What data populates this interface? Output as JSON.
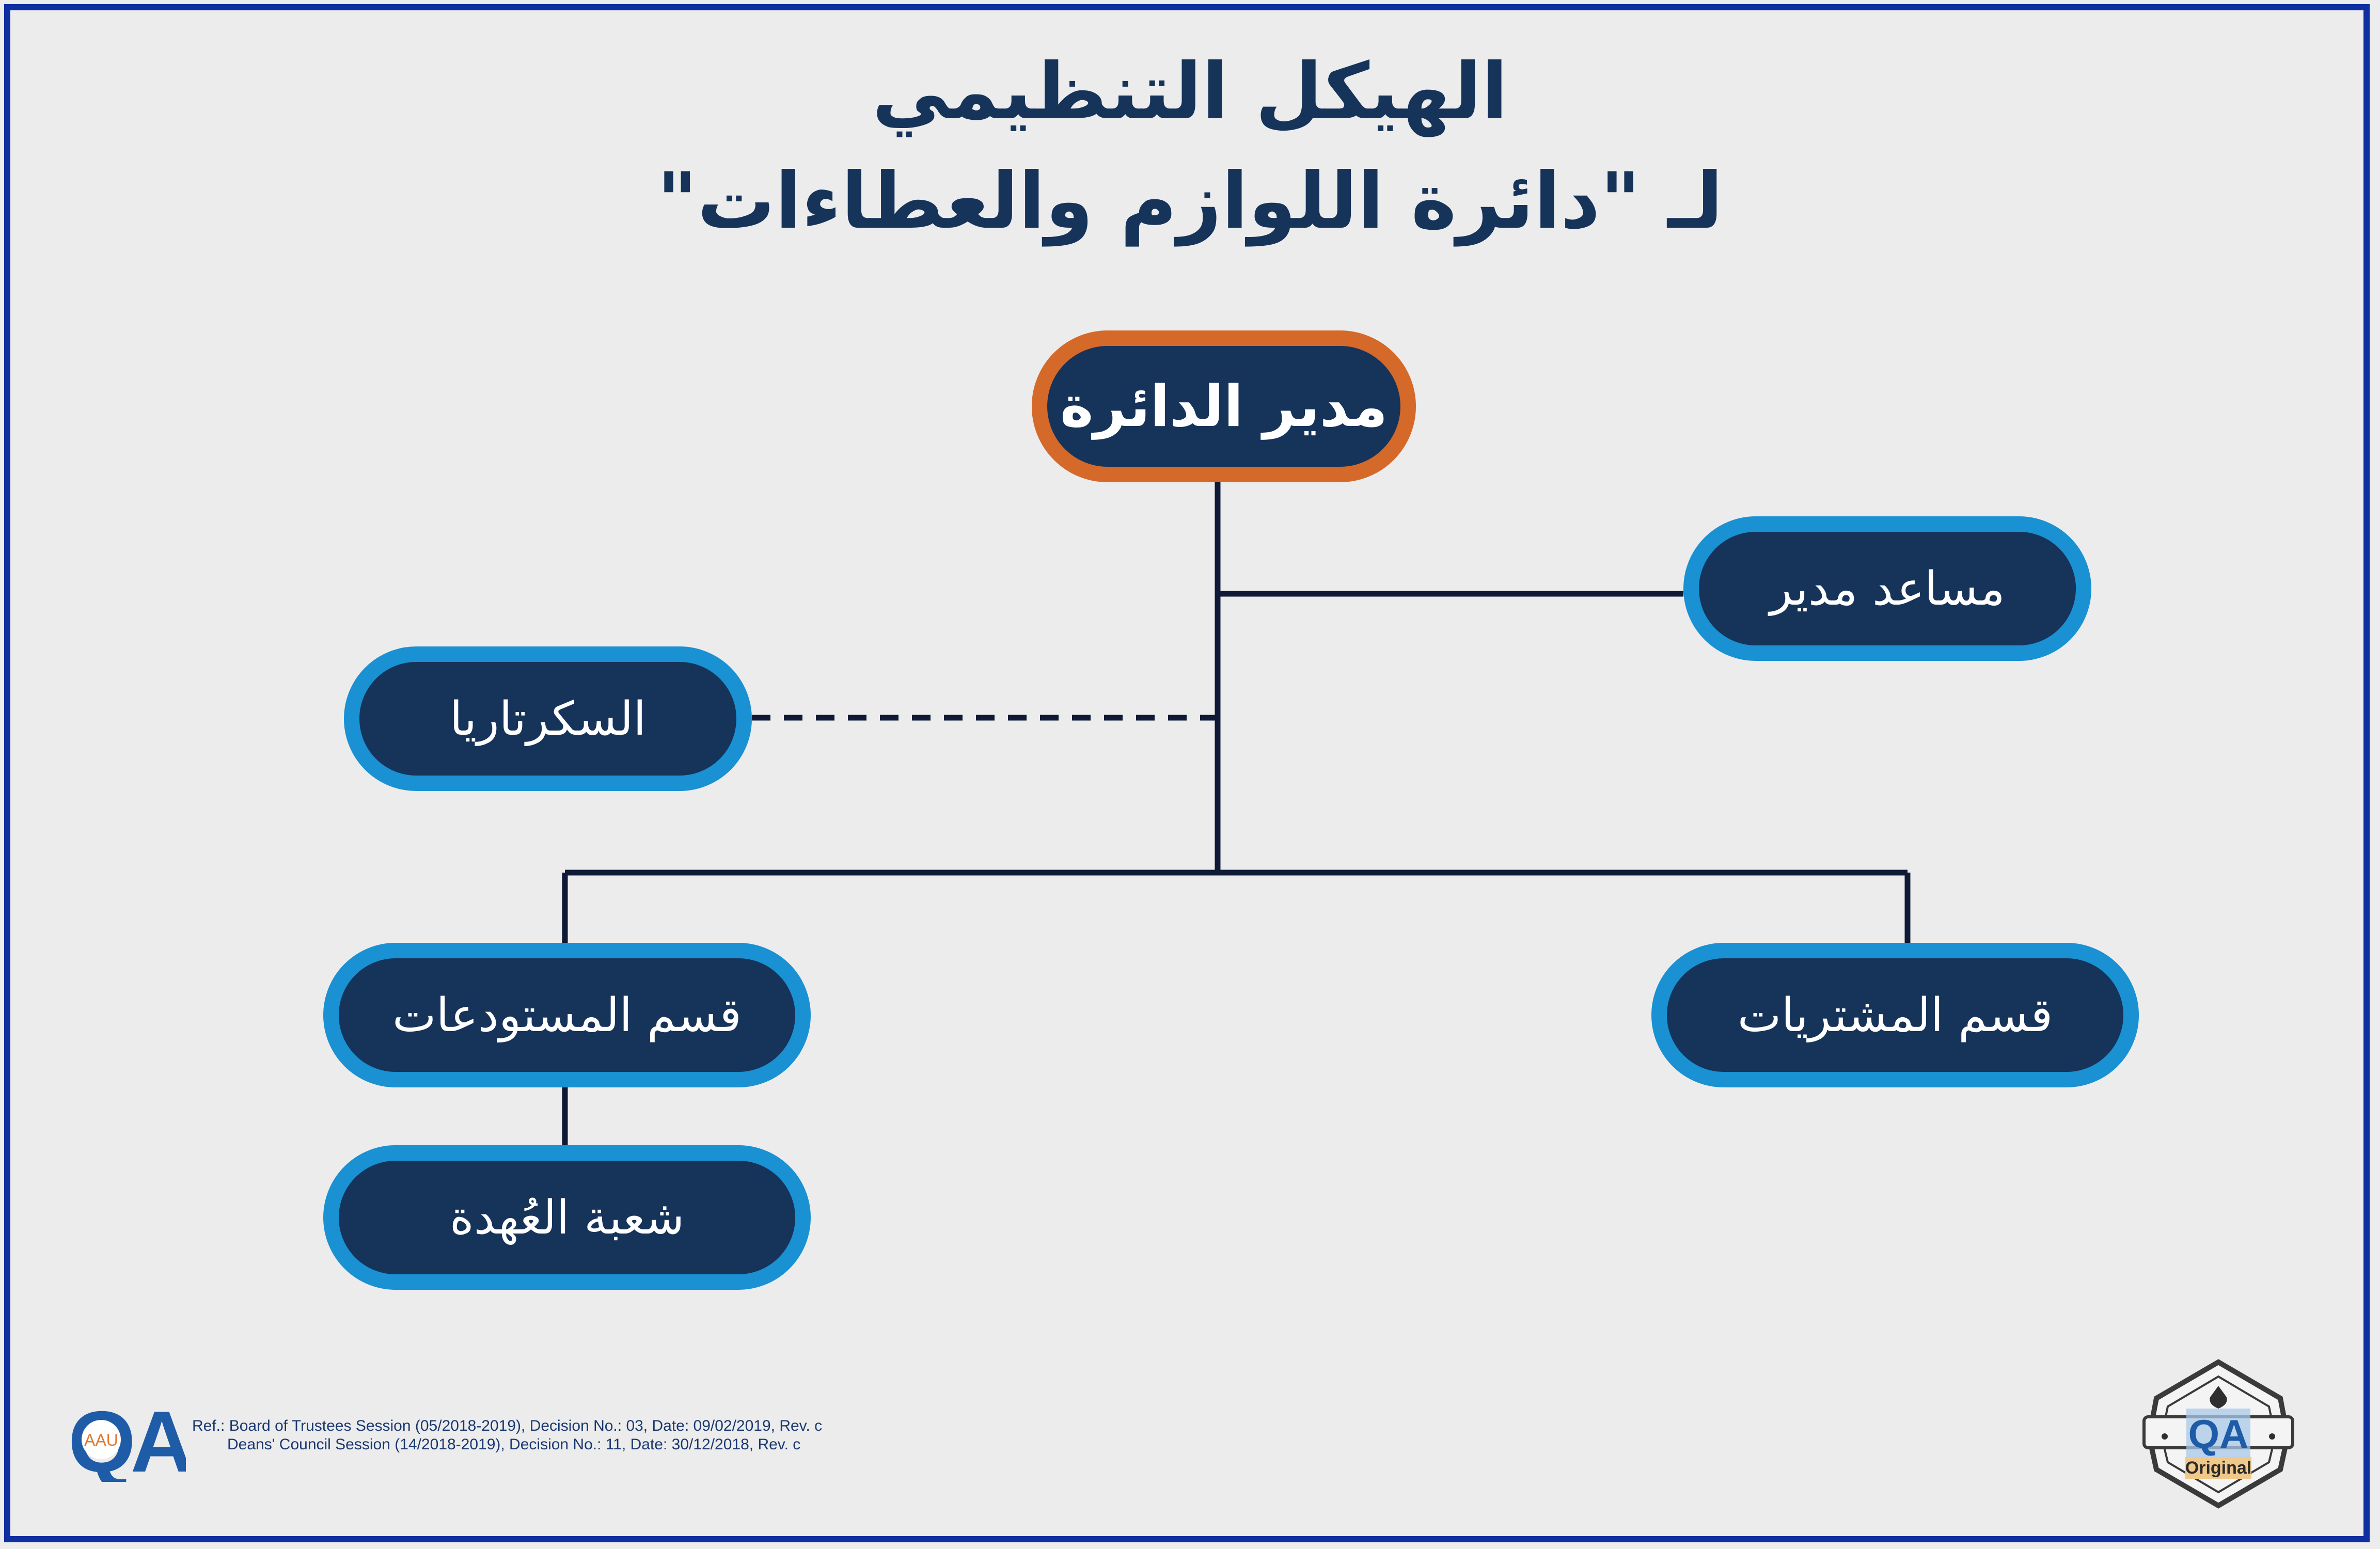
{
  "title": {
    "line1": "الهيكل التنظيمي",
    "line2": "لـ \"دائرة اللوازم والعطاءات\""
  },
  "nodes": {
    "director": "مدير الدائرة",
    "assistant": "مساعد مدير",
    "secretary": "السكرتاريا",
    "warehouses": "قسم المستودعات",
    "purchases": "قسم المشتريات",
    "custody": "شعبة العُهدة"
  },
  "footer": {
    "logo_text": "QA",
    "logo_sub": "AAU",
    "ref_line1": "Ref.: Board of Trustees Session (05/2018-2019), Decision No.: 03, Date: 09/02/2019, Rev. c",
    "ref_line2": "Deans' Council Session (14/2018-2019), Decision No.: 11, Date: 30/12/2018, Rev. c",
    "badge_text": "QA",
    "badge_label": "Original"
  },
  "colors": {
    "node_fill": "#16335a",
    "node_border": "#1991d2",
    "director_border": "#d4692a",
    "title": "#16335a",
    "frame": "#0d2fa0",
    "connector": "#0e1a36"
  }
}
